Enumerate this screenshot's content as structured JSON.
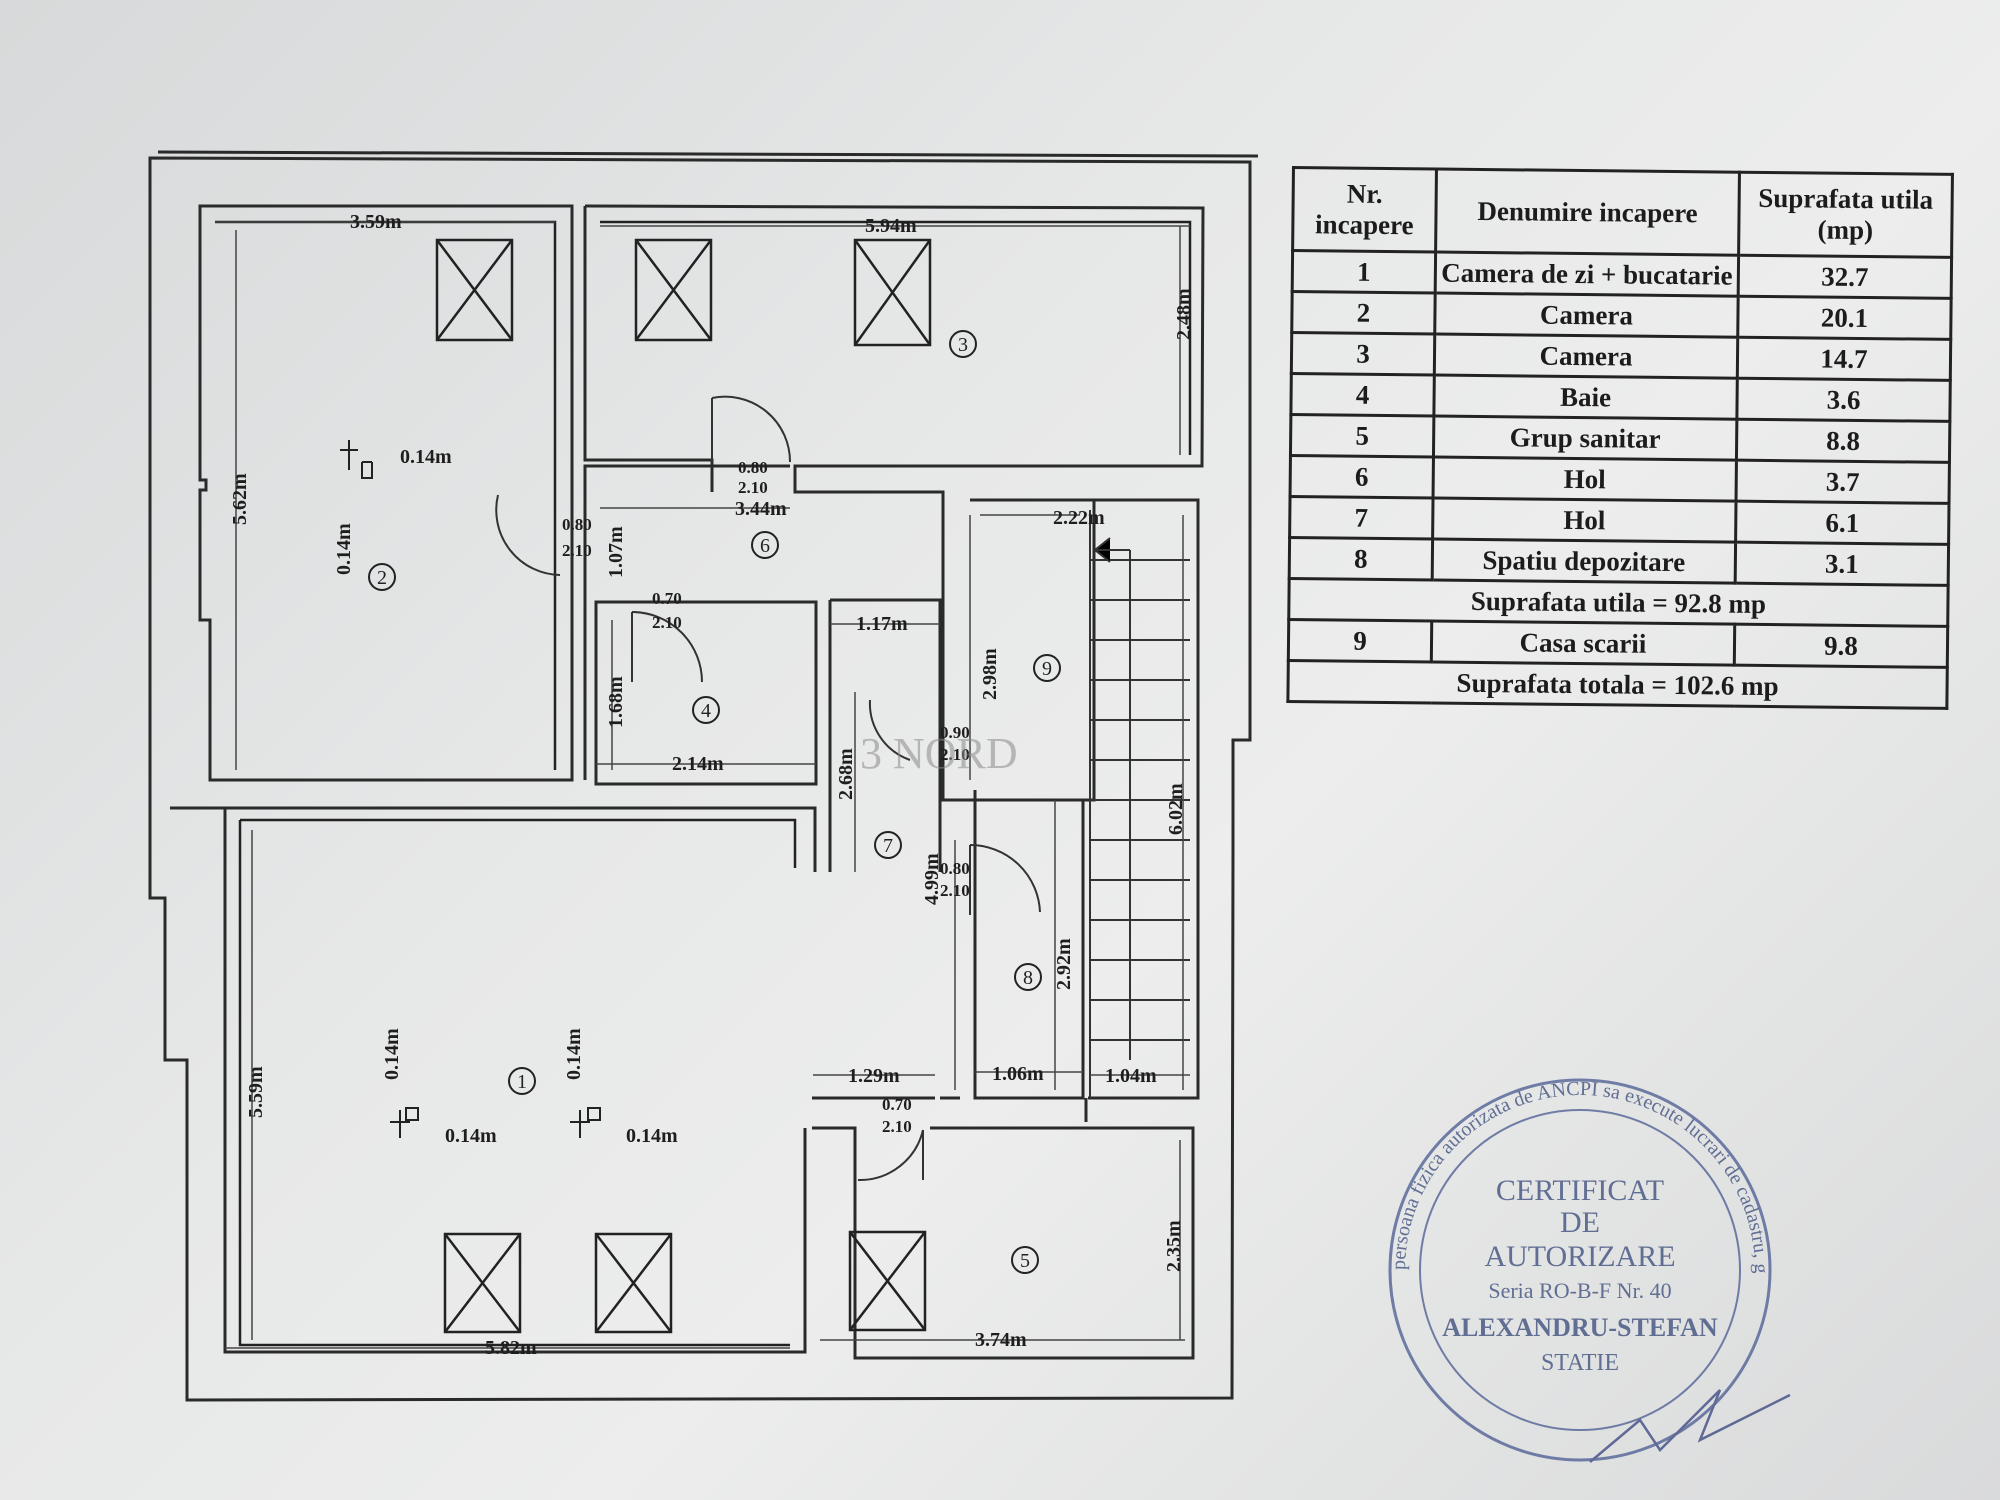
{
  "plan": {
    "rooms": [
      {
        "num": "1",
        "dims": [
          "5.82m",
          "5.59m"
        ]
      },
      {
        "num": "2",
        "dims": [
          "3.59m",
          "5.62m"
        ]
      },
      {
        "num": "3",
        "dims": [
          "5.94m",
          "2.48m"
        ]
      },
      {
        "num": "4",
        "dims": [
          "2.14m",
          "1.68m"
        ]
      },
      {
        "num": "5",
        "dims": [
          "3.74m",
          "2.35m"
        ]
      },
      {
        "num": "6",
        "dims": [
          "3.44m",
          "1.07m"
        ]
      },
      {
        "num": "7",
        "dims": [
          "1.17m",
          "2.68m",
          "4.99m",
          "1.29m"
        ]
      },
      {
        "num": "8",
        "dims": [
          "1.06m",
          "2.92m"
        ]
      },
      {
        "num": "9",
        "dims": [
          "2.22m",
          "2.98m",
          "6.02m",
          "1.04m"
        ]
      }
    ],
    "column_size": "0.14m",
    "doors": [
      "0.80",
      "2.10",
      "0.70",
      "0.90"
    ]
  },
  "table": {
    "headers": [
      "Nr. incapere",
      "Denumire incapere",
      "Suprafata utila (mp)"
    ],
    "rows": [
      {
        "nr": "1",
        "name": "Camera de zi + bucatarie",
        "area": "32.7"
      },
      {
        "nr": "2",
        "name": "Camera",
        "area": "20.1"
      },
      {
        "nr": "3",
        "name": "Camera",
        "area": "14.7"
      },
      {
        "nr": "4",
        "name": "Baie",
        "area": "3.6"
      },
      {
        "nr": "5",
        "name": "Grup sanitar",
        "area": "8.8"
      },
      {
        "nr": "6",
        "name": "Hol",
        "area": "3.7"
      },
      {
        "nr": "7",
        "name": "Hol",
        "area": "6.1"
      },
      {
        "nr": "8",
        "name": "Spatiu depozitare",
        "area": "3.1"
      }
    ],
    "subtotal": "Suprafata utila = 92.8 mp",
    "extra_row": {
      "nr": "9",
      "name": "Casa scarii",
      "area": "9.8"
    },
    "total": "Suprafata totala = 102.6 mp"
  },
  "stamp": {
    "ring_text": "persoana fizica autorizata de ANCPI sa execute lucrari de cadastru, geodezie",
    "line1": "CERTIFICAT",
    "line2": "DE",
    "line3": "AUTORIZARE",
    "line4": "Seria RO-B-F Nr. 40",
    "line5": "ALEXANDRU-STEFAN",
    "line6": "STATIE"
  },
  "watermark": "3 NORD"
}
